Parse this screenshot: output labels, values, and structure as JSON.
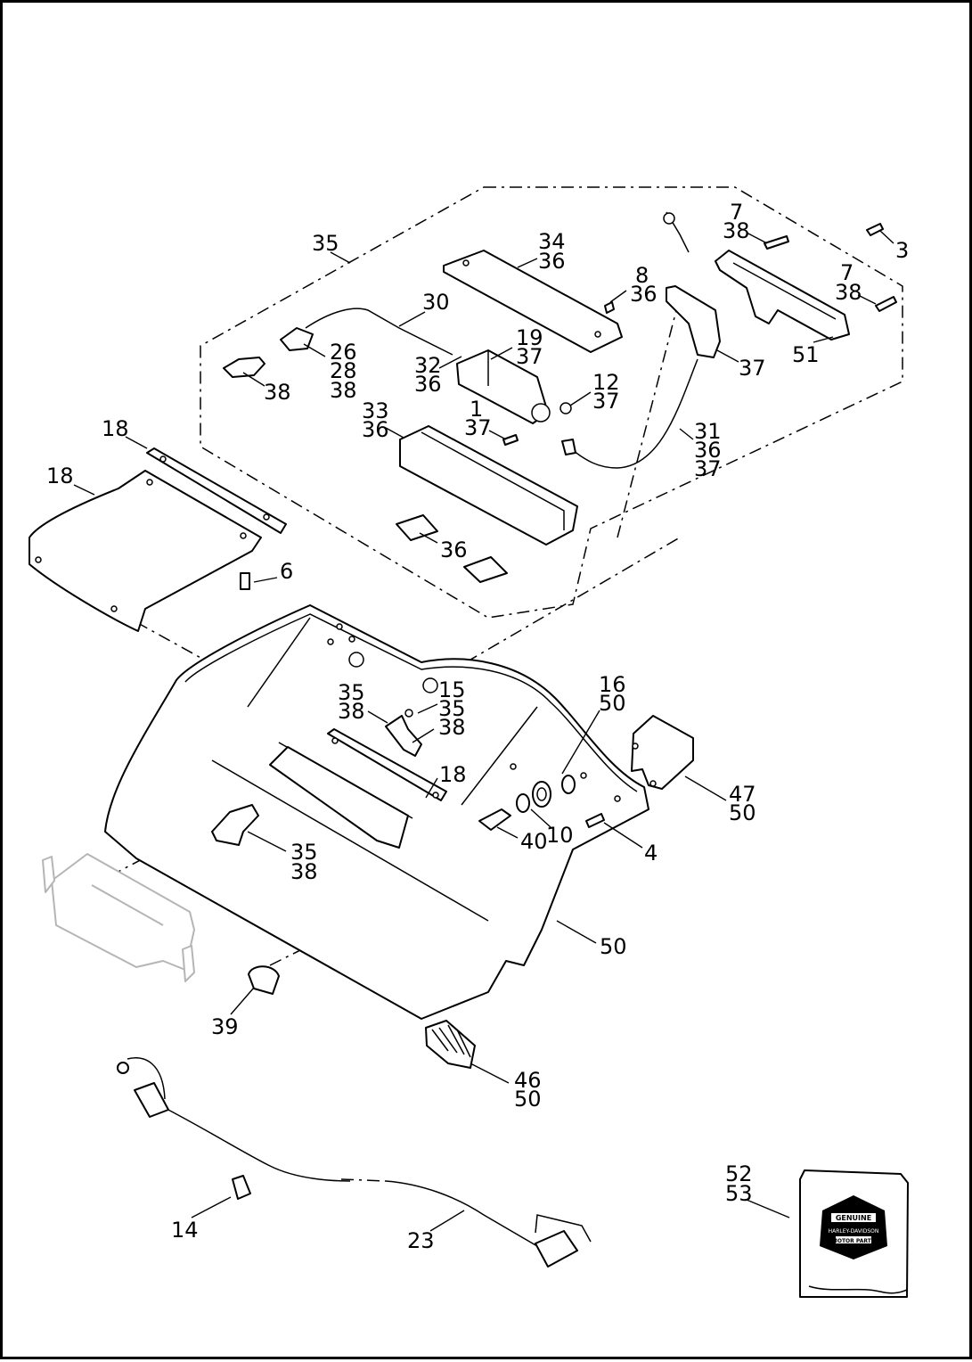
{
  "diagram": {
    "callouts": [
      {
        "id": "c-35a",
        "text": "35"
      },
      {
        "id": "c-34",
        "text": "34"
      },
      {
        "id": "c-36a",
        "text": "36"
      },
      {
        "id": "c-7a",
        "text": "7"
      },
      {
        "id": "c-38a",
        "text": "38"
      },
      {
        "id": "c-3",
        "text": "3"
      },
      {
        "id": "c-8",
        "text": "8"
      },
      {
        "id": "c-36b",
        "text": "36"
      },
      {
        "id": "c-7b",
        "text": "7"
      },
      {
        "id": "c-38b",
        "text": "38"
      },
      {
        "id": "c-30",
        "text": "30"
      },
      {
        "id": "c-26",
        "text": "26"
      },
      {
        "id": "c-28",
        "text": "28"
      },
      {
        "id": "c-38c",
        "text": "38"
      },
      {
        "id": "c-38d",
        "text": "38"
      },
      {
        "id": "c-19",
        "text": "19"
      },
      {
        "id": "c-37a",
        "text": "37"
      },
      {
        "id": "c-32",
        "text": "32"
      },
      {
        "id": "c-36c",
        "text": "36"
      },
      {
        "id": "c-37b",
        "text": "37"
      },
      {
        "id": "c-51",
        "text": "51"
      },
      {
        "id": "c-12",
        "text": "12"
      },
      {
        "id": "c-37c",
        "text": "37"
      },
      {
        "id": "c-33",
        "text": "33"
      },
      {
        "id": "c-36d",
        "text": "36"
      },
      {
        "id": "c-1",
        "text": "1"
      },
      {
        "id": "c-37d",
        "text": "37"
      },
      {
        "id": "c-31",
        "text": "31"
      },
      {
        "id": "c-36e",
        "text": "36"
      },
      {
        "id": "c-37e",
        "text": "37"
      },
      {
        "id": "c-18a",
        "text": "18"
      },
      {
        "id": "c-18b",
        "text": "18"
      },
      {
        "id": "c-36f",
        "text": "36"
      },
      {
        "id": "c-6",
        "text": "6"
      },
      {
        "id": "c-35b",
        "text": "35"
      },
      {
        "id": "c-38e",
        "text": "38"
      },
      {
        "id": "c-15",
        "text": "15"
      },
      {
        "id": "c-35c",
        "text": "35"
      },
      {
        "id": "c-38f",
        "text": "38"
      },
      {
        "id": "c-16",
        "text": "16"
      },
      {
        "id": "c-50a",
        "text": "50"
      },
      {
        "id": "c-18c",
        "text": "18"
      },
      {
        "id": "c-47",
        "text": "47"
      },
      {
        "id": "c-50b",
        "text": "50"
      },
      {
        "id": "c-40",
        "text": "40"
      },
      {
        "id": "c-10",
        "text": "10"
      },
      {
        "id": "c-4",
        "text": "4"
      },
      {
        "id": "c-35d",
        "text": "35"
      },
      {
        "id": "c-38g",
        "text": "38"
      },
      {
        "id": "c-50c",
        "text": "50"
      },
      {
        "id": "c-39",
        "text": "39"
      },
      {
        "id": "c-46",
        "text": "46"
      },
      {
        "id": "c-50d",
        "text": "50"
      },
      {
        "id": "c-52",
        "text": "52"
      },
      {
        "id": "c-53",
        "text": "53"
      },
      {
        "id": "c-14",
        "text": "14"
      },
      {
        "id": "c-23",
        "text": "23"
      }
    ]
  },
  "logo": {
    "icon": "genuine-motor-parts-badge-icon",
    "lines": [
      "GENUINE",
      "HARLEY-DAVIDSON",
      "MOTOR PARTS"
    ]
  }
}
